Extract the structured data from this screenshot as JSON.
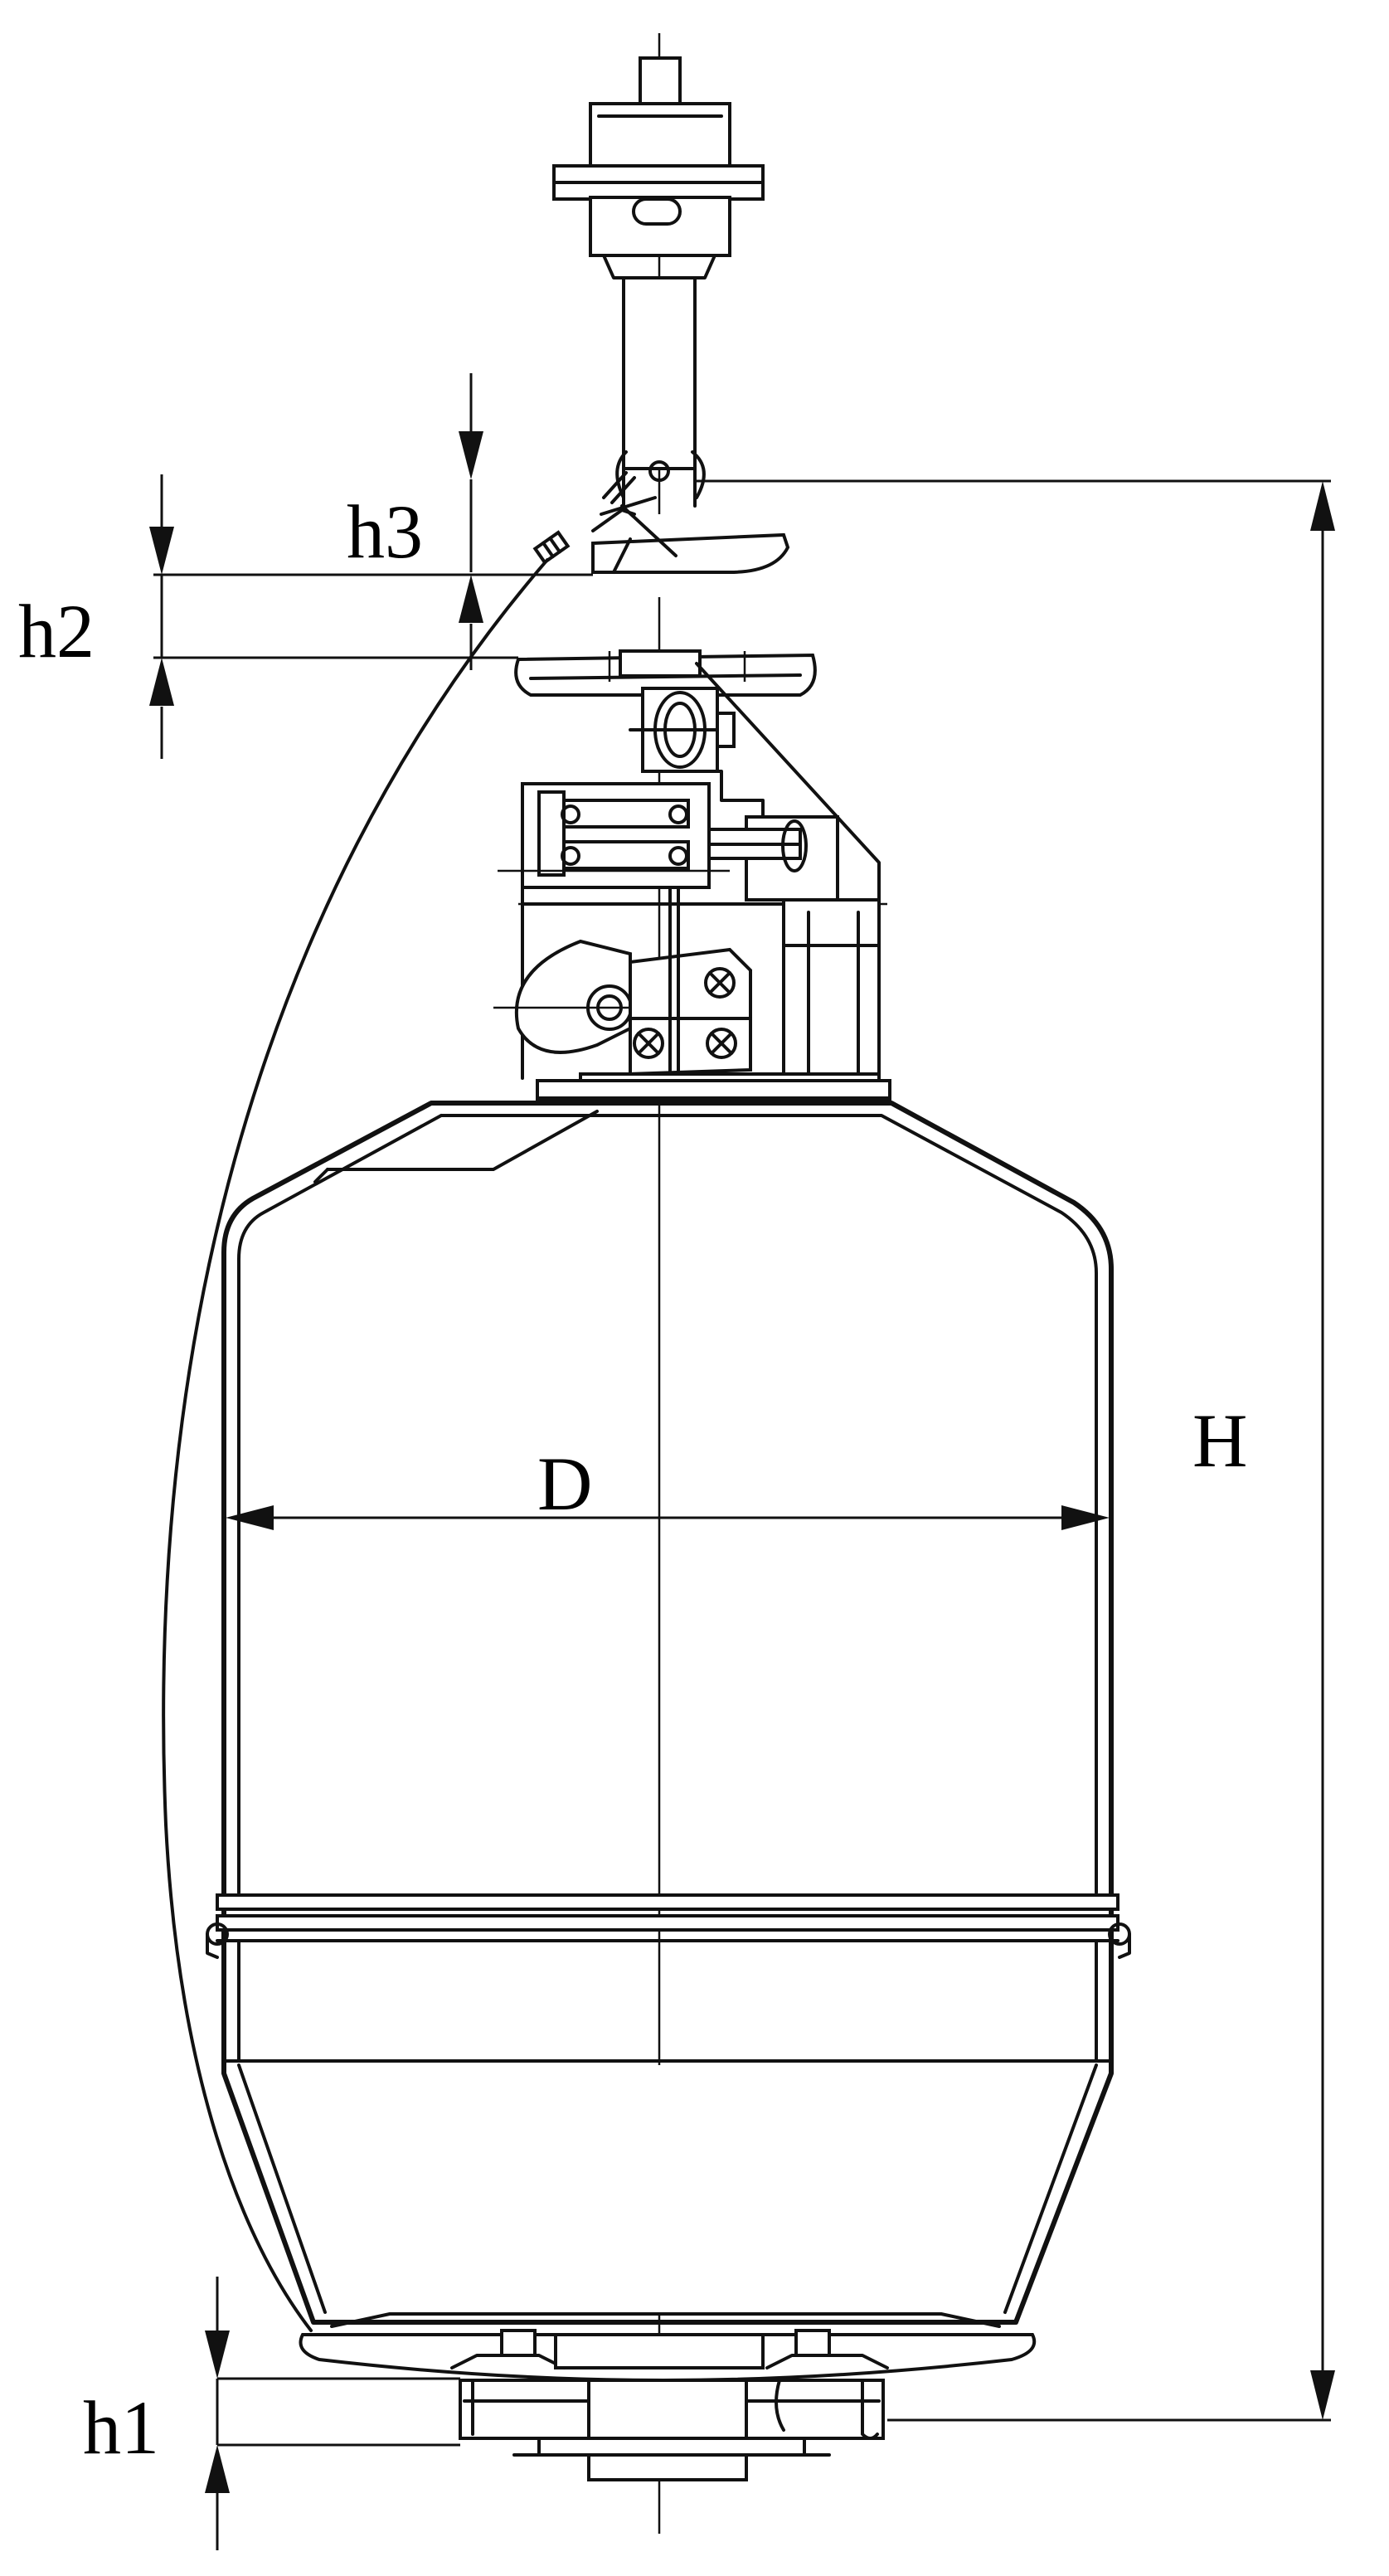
{
  "labels": {
    "h3": "h3",
    "h2": "h2",
    "D": "D",
    "H": "H",
    "h1": "h1"
  }
}
